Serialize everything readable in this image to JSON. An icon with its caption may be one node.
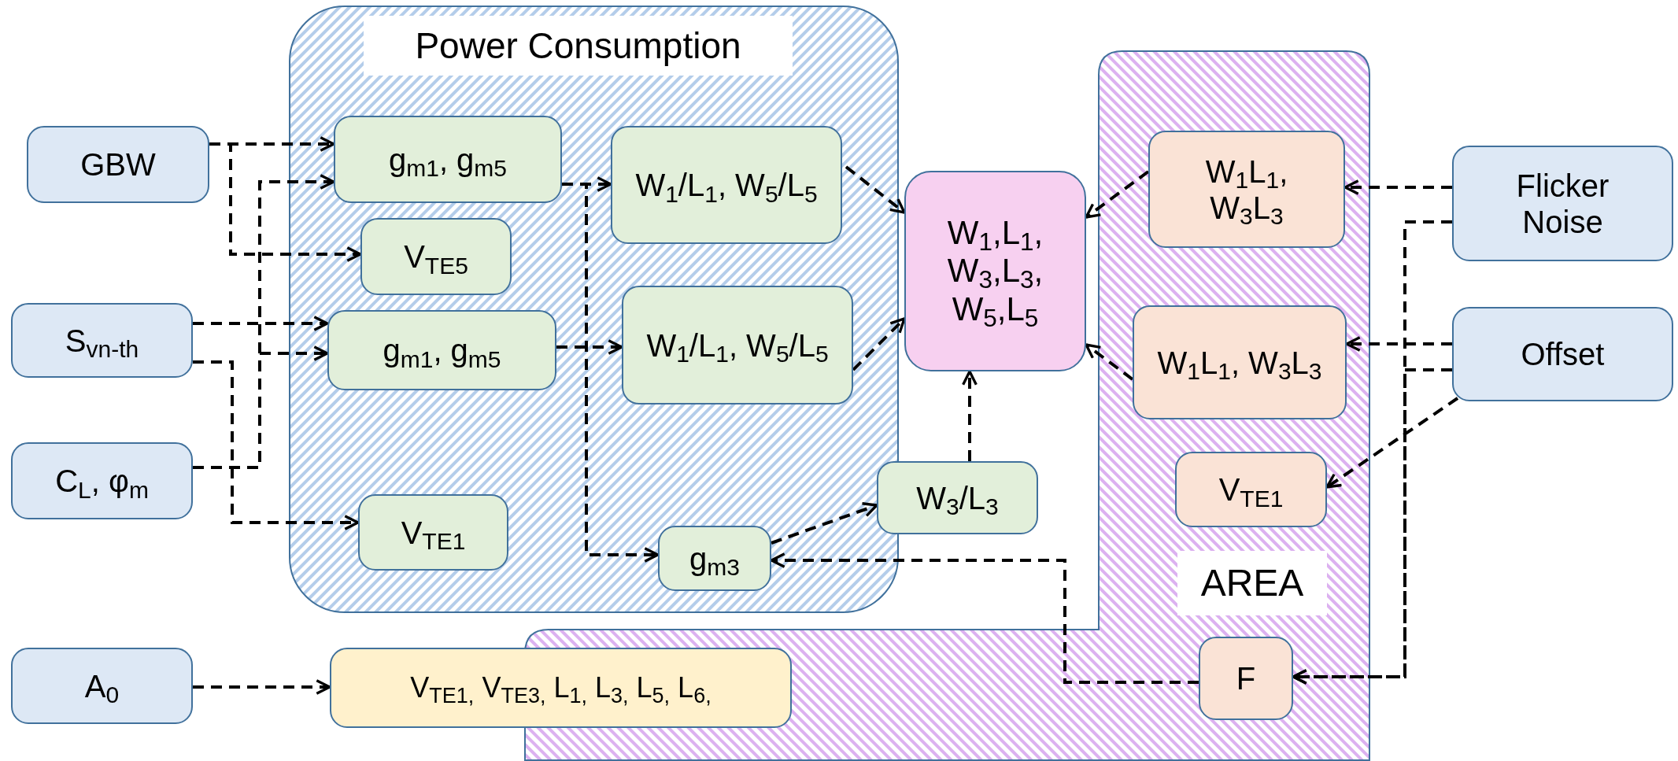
{
  "diagram": {
    "nodes": [
      {
        "text": [
          "GBW"
        ]
      },
      {
        "text": [
          "S$_{vn-th}$"
        ]
      },
      {
        "text": [
          "C$_{L}$, φ$_{m}$"
        ]
      },
      {
        "text": [
          "A$_{0}$"
        ]
      },
      {
        "text": [
          "Power Consumption"
        ]
      },
      {
        "text": [
          "g$_{m1}$, g$_{m5}$"
        ],
        "in": 4
      },
      {
        "text": [
          "V$_{TE5}$"
        ],
        "in": 4
      },
      {
        "text": [
          "g$_{m1}$, g$_{m5}$"
        ],
        "in": 4
      },
      {
        "text": [
          "V$_{TE1}$"
        ],
        "in": 4
      },
      {
        "text": [
          "W$_{1}$/L$_{1}$, W$_{5}$/L$_{5}$"
        ],
        "in": 4
      },
      {
        "text": [
          "W$_{1}$/L$_{1}$, W$_{5}$/L$_{5}$"
        ],
        "in": 4
      },
      {
        "text": [
          "g$_{m3}$"
        ],
        "in": 4
      },
      {
        "text": [
          "W$_{3}$/L$_{3}$"
        ]
      },
      {
        "text": [
          "W$_{1}$,L$_{1}$, W$_{3}$,L$_{3}$, W$_{5}$,L$_{5}$"
        ]
      },
      {
        "text": [
          "AREA"
        ]
      },
      {
        "text": [
          "W$_{1}$L$_{1}$, W$_{3}$L$_{3}$"
        ],
        "in": 14
      },
      {
        "text": [
          "W$_{1}$L$_{1}$, W$_{3}$L$_{3}$"
        ],
        "in": 14
      },
      {
        "text": [
          "V$_{TE1}$"
        ],
        "in": 14
      },
      {
        "text": [
          "F"
        ],
        "in": 14
      },
      {
        "text": [
          "Flicker Noise"
        ]
      },
      {
        "text": [
          "Offset"
        ]
      },
      {
        "text": [
          "V$_{TE1,}$ V$_{TE3,}$ L$_{1,}$ L$_{3,}$ L$_{5,}$ L$_{6,}$"
        ]
      }
    ],
    "edges": [
      {
        "from": 0,
        "to": 5,
        "arrow": "to"
      },
      {
        "from": 0,
        "to": 6,
        "arrow": "to"
      },
      {
        "from": 1,
        "to": 7,
        "arrow": "to"
      },
      {
        "from": 1,
        "to": 8,
        "arrow": "to"
      },
      {
        "from": 2,
        "to": 5,
        "arrow": "to"
      },
      {
        "from": 2,
        "to": 7,
        "arrow": "to"
      },
      {
        "from": 5,
        "to": 9,
        "arrow": "to"
      },
      {
        "from": 5,
        "to": 11,
        "arrow": "to"
      },
      {
        "from": 7,
        "to": 10,
        "arrow": "to"
      },
      {
        "from": 9,
        "to": 13,
        "arrow": "to"
      },
      {
        "from": 10,
        "to": 13,
        "arrow": "to"
      },
      {
        "from": 12,
        "to": 13,
        "arrow": "to"
      },
      {
        "from": 11,
        "to": 12,
        "arrow": "to"
      },
      {
        "from": 15,
        "to": 13,
        "arrow": "to"
      },
      {
        "from": 16,
        "to": 13,
        "arrow": "to"
      },
      {
        "from": 19,
        "to": 15,
        "arrow": "to"
      },
      {
        "from": 19,
        "to": 18,
        "arrow": "to"
      },
      {
        "from": 20,
        "to": 16,
        "arrow": "to"
      },
      {
        "from": 20,
        "to": 17,
        "arrow": "to"
      },
      {
        "from": 20,
        "to": 18,
        "arrow": "to"
      },
      {
        "from": 18,
        "to": 11,
        "arrow": "to"
      },
      {
        "from": 3,
        "to": 21,
        "arrow": "to"
      }
    ]
  }
}
